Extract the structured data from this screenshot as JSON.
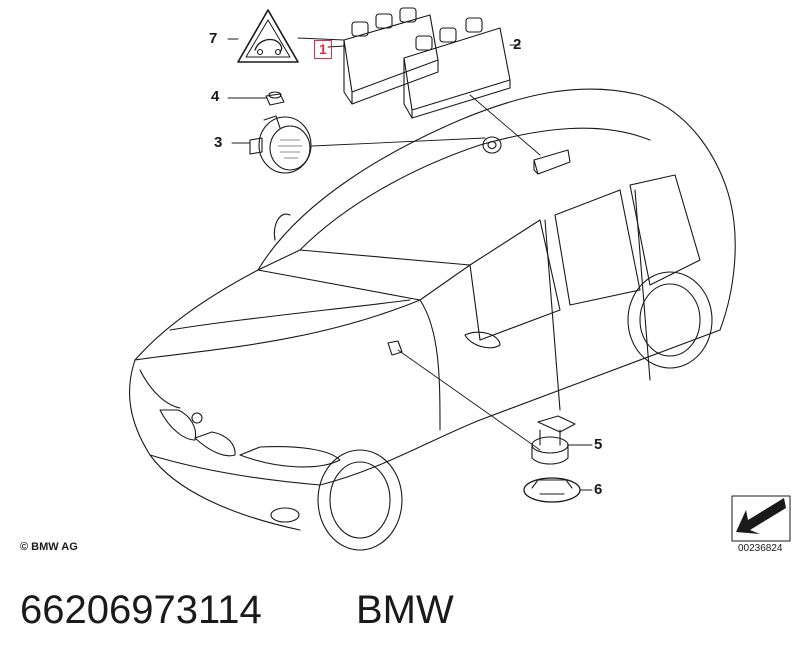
{
  "diagram": {
    "callouts": [
      {
        "id": "1",
        "label": "1",
        "highlighted": true
      },
      {
        "id": "2",
        "label": "2"
      },
      {
        "id": "3",
        "label": "3"
      },
      {
        "id": "4",
        "label": "4"
      },
      {
        "id": "5",
        "label": "5"
      },
      {
        "id": "6",
        "label": "6"
      },
      {
        "id": "7",
        "label": "7"
      }
    ],
    "copyright": "© BMW AG",
    "reference_code": "00236824",
    "highlight_color": "#e0303a",
    "line_color": "#1a1a1a"
  },
  "footer": {
    "part_number": "66206973114",
    "brand": "BMW"
  }
}
